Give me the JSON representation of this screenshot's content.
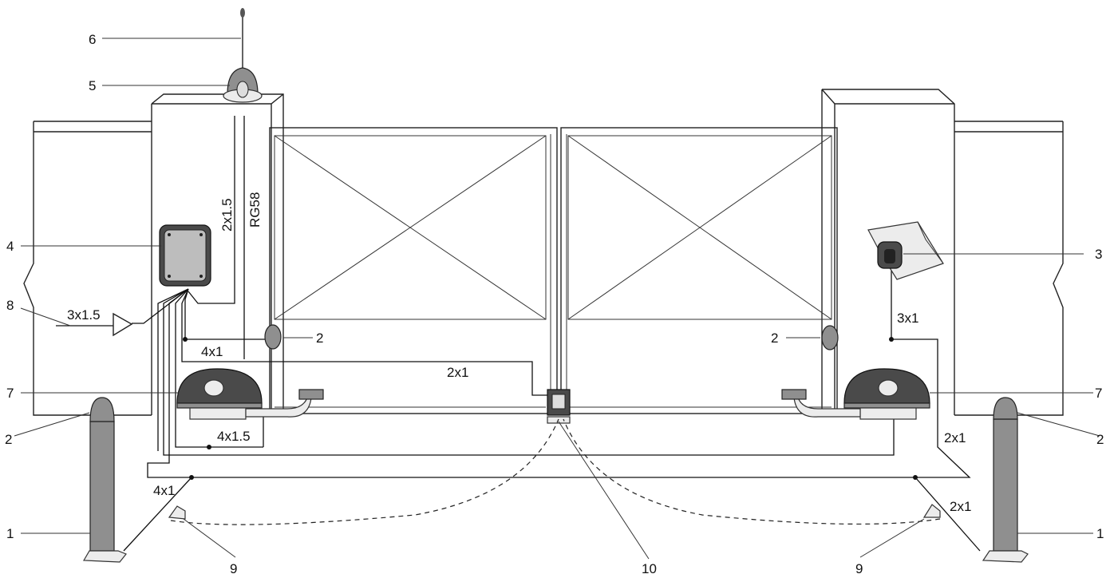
{
  "labels": {
    "n1": "1",
    "n2": "2",
    "n3": "3",
    "n4": "4",
    "n5": "5",
    "n6": "6",
    "n7": "7",
    "n8": "8",
    "n9": "9",
    "n10": "10"
  },
  "cables": {
    "c_2x1_5": "2x1.5",
    "c_rg58": "RG58",
    "c_3x1_5": "3x1.5",
    "c_4x1": "4x1",
    "c_2x1": "2x1",
    "c_4x1_5": "4x1.5",
    "c_3x1": "3x1"
  }
}
